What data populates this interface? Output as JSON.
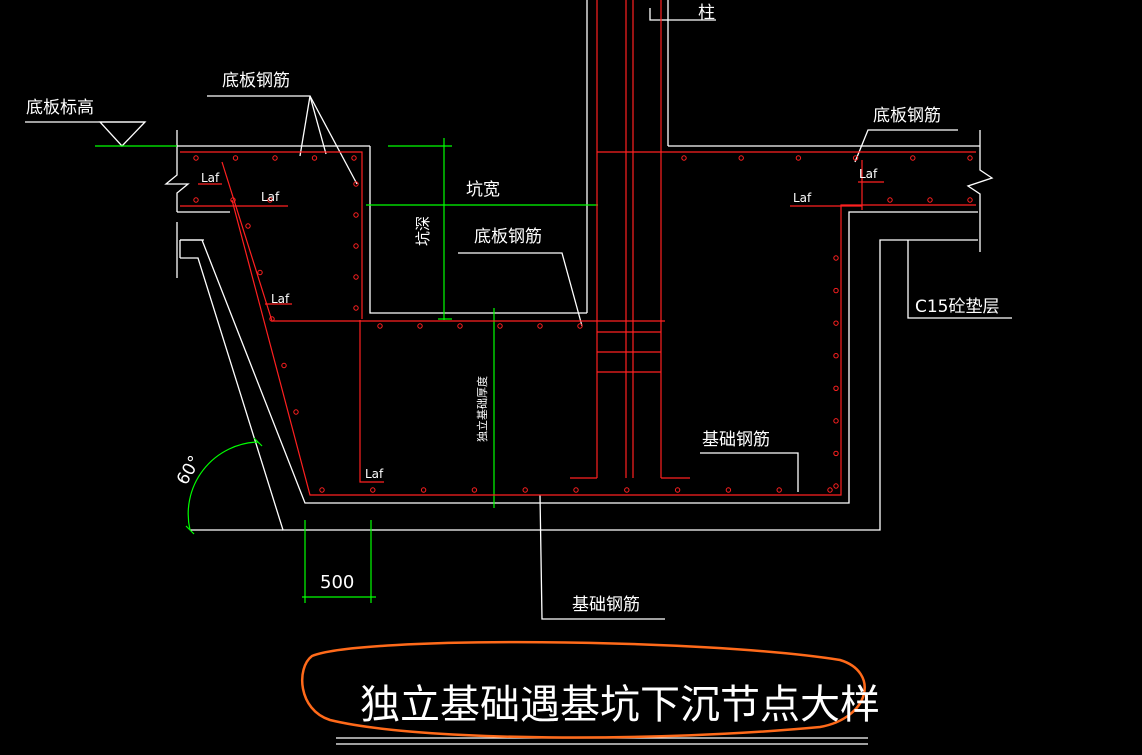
{
  "title": "独立基础遇基坑下沉节点大样",
  "colors": {
    "background": "#000000",
    "outline": "#ffffff",
    "rebar": "#ff2020",
    "dimension": "#00ff00",
    "highlight": "#ff6a1a"
  },
  "labels": {
    "column": "柱",
    "slab_rebar_top_left": "底板钢筋",
    "slab_elevation": "底板标高",
    "slab_rebar_top_right": "底板钢筋",
    "pit_width": "坑宽",
    "pit_depth": "坑深",
    "slab_rebar_pit": "底板钢筋",
    "cushion": "C15砼垫层",
    "foundation_thickness": "独立基础厚度",
    "foundation_rebar_right": "基础钢筋",
    "foundation_rebar_bottom": "基础钢筋",
    "angle": "60°",
    "offset": "500",
    "laf_1": "Laf",
    "laf_2": "Laf",
    "laf_3": "Laf",
    "laf_4": "Laf",
    "laf_5": "Laf",
    "laf_6": "Laf"
  }
}
